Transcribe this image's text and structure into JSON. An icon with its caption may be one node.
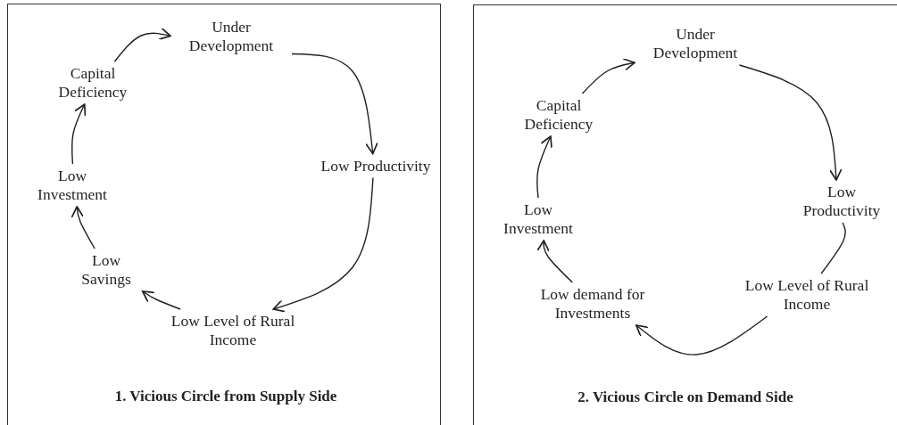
{
  "diagram": {
    "nodes": [
      {
        "text": [
          "1. Vicious Circle from Supply Side"
        ]
      },
      {
        "text": [
          "Under Development"
        ],
        "in": 0
      },
      {
        "text": [
          "Low Productivity"
        ],
        "in": 0
      },
      {
        "text": [
          "Low Level of Rural Income"
        ],
        "in": 0
      },
      {
        "text": [
          "Low Savings"
        ],
        "in": 0
      },
      {
        "text": [
          "Low Investment"
        ],
        "in": 0
      },
      {
        "text": [
          "Capital Deficiency"
        ],
        "in": 0
      },
      {
        "text": [
          "2. Vicious Circle on Demand Side"
        ]
      },
      {
        "text": [
          "Under Development"
        ],
        "in": 7
      },
      {
        "text": [
          "Low Productivity"
        ],
        "in": 7
      },
      {
        "text": [
          "Low Level of Rural Income"
        ],
        "in": 7
      },
      {
        "text": [
          "Low demand for Investments"
        ],
        "in": 7
      },
      {
        "text": [
          "Low Investment"
        ],
        "in": 7
      },
      {
        "text": [
          "Capital Deficiency"
        ],
        "in": 7
      }
    ],
    "edges": [
      {
        "from": 1,
        "to": 2,
        "arrow": "to"
      },
      {
        "from": 2,
        "to": 3,
        "arrow": "to"
      },
      {
        "from": 3,
        "to": 4,
        "arrow": "to"
      },
      {
        "from": 4,
        "to": 5,
        "arrow": "to"
      },
      {
        "from": 5,
        "to": 6,
        "arrow": "to"
      },
      {
        "from": 6,
        "to": 1,
        "arrow": "to"
      },
      {
        "from": 8,
        "to": 9,
        "arrow": "to"
      },
      {
        "from": 9,
        "to": 10,
        "arrow": "none"
      },
      {
        "from": 10,
        "to": 11,
        "arrow": "to"
      },
      {
        "from": 11,
        "to": 12,
        "arrow": "to"
      },
      {
        "from": 12,
        "to": 13,
        "arrow": "to"
      },
      {
        "from": 13,
        "to": 8,
        "arrow": "to"
      }
    ]
  }
}
